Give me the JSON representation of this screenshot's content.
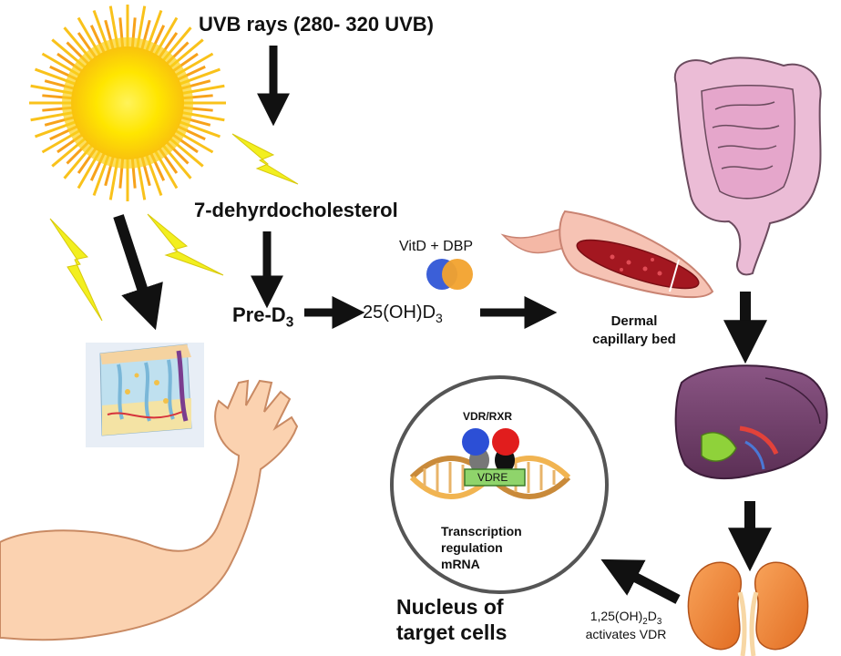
{
  "labels": {
    "uvb": "UVB rays (280- 320 UVB)",
    "dehydro": "7-dehyrdocholesterol",
    "pre_d3_main": "Pre-D",
    "pre_d3_sub": "3",
    "oh_d3_main": "25(OH)D",
    "oh_d3_sub": "3",
    "vitd_dbp": "VitD + DBP",
    "dermal_line1": "Dermal",
    "dermal_line2": "capillary bed",
    "vdr_rxr": "VDR/RXR",
    "vdre": "VDRE",
    "transcription_line1": "Transcription",
    "transcription_line2": "regulation",
    "transcription_line3": "mRNA",
    "nucleus_line1": "Nucleus of",
    "nucleus_line2": "target cells",
    "calcitriol_a": "1,25(OH)",
    "calcitriol_s1": "2",
    "calcitriol_b": "D",
    "calcitriol_s2": "3",
    "activates": "activates VDR"
  },
  "colors": {
    "sun_core": "#ffe600",
    "sun_ray": "#f7a21b",
    "lightning": "#f2ef1f",
    "arrow": "#111111",
    "dbp_blue": "#3b5fd8",
    "dbp_orange": "#f2a22d",
    "vessel_wall": "#f4b8a6",
    "blood": "#a31720",
    "intestine": "#e9b9d3",
    "liver": "#6e3b66",
    "gallbladder": "#8fd23a",
    "kidney": "#f08a3c",
    "skin": "#fbd2b0",
    "vdr_blue": "#2c4fd6",
    "rxr_red": "#e11d1d",
    "vdre_green": "#8fd46b"
  },
  "icons": [
    "sun-icon",
    "skin-cross-section-icon",
    "arm-icon",
    "blood-vessel-icon",
    "intestine-icon",
    "liver-icon",
    "kidney-icon",
    "dna-icon"
  ]
}
